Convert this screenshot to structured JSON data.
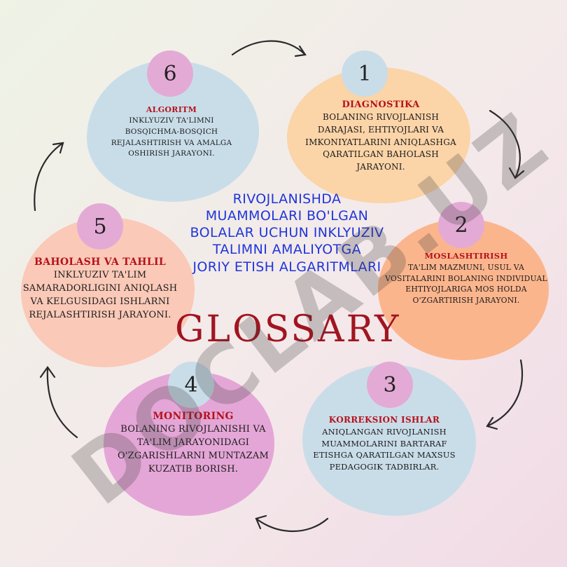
{
  "heading": {
    "line1": "RIVOJLANISHDA",
    "line2": "MUAMMOLARI BO'LGAN",
    "line3": "BOLALAR UCHUN INKLYUZIV",
    "line4": "TALIMNI AMALIYOTGA",
    "line5": "JORIY ETISH ALGARITMLARI"
  },
  "glossary": "GLOSSARY",
  "watermark": "DOCLAB.UZ",
  "steps": [
    {
      "number": "1",
      "title": "DIAGNOSTIKA",
      "lines": [
        "BOLANING RIVOJLANISH",
        "DARAJASI, EHTIYOJLARI VA",
        "IMKONIYATLARINI ANIQLASHGA",
        "QARATILGAN BAHOLASH",
        "JARAYONI."
      ]
    },
    {
      "number": "2",
      "title": "MOSLASHTIRISH",
      "lines": [
        "TA'LIM MAZMUNI, USUL VA",
        "VOSITALARINI BOLANING INDIVIDUAL",
        "EHTIYOJLARIGA MOS HOLDA",
        "O'ZGARTIRISH JARAYONI."
      ]
    },
    {
      "number": "3",
      "title": "KORREKSION ISHLAR",
      "lines": [
        "ANIQLANGAN RIVOJLANISH",
        "MUAMMOLARINI BARTARAF",
        "ETISHGA QARATILGAN MAXSUS",
        "PEDAGOGIK TADBIRLAR."
      ]
    },
    {
      "number": "4",
      "title": "MONITORING",
      "lines": [
        "BOLANING RIVOJLANISHI VA",
        "TA'LIM JARAYONIDAGI",
        "O'ZGARISHLARNI MUNTAZAM",
        "KUZATIB BORISH."
      ]
    },
    {
      "number": "5",
      "title": "BAHOLASH VA TAHLIL",
      "lines": [
        "INKLYUZIV TA'LIM",
        "SAMARADORLIGINI ANIQLASH",
        "VA KELGUSIDAGI ISHLARNI",
        "REJALASHTIRISH JARAYONI."
      ]
    },
    {
      "number": "6",
      "title": "ALGORITM",
      "lines": [
        "INKLYUZIV TA'LIMNI",
        "BOSQICHMA-BOSQICH",
        "REJALASHTIRISH VA AMALGA",
        "OSHIRISH JARAYONI."
      ]
    }
  ],
  "colors": {
    "step1": "#fbd4a8",
    "step2": "#fbb58d",
    "step3": "#c9dde9",
    "step4": "#e4a6d7",
    "step5": "#fbc9b8",
    "step6": "#c9dde9",
    "badge": "#e4aad6",
    "title_red": "#b5121b",
    "heading_blue": "#1f36d8"
  }
}
